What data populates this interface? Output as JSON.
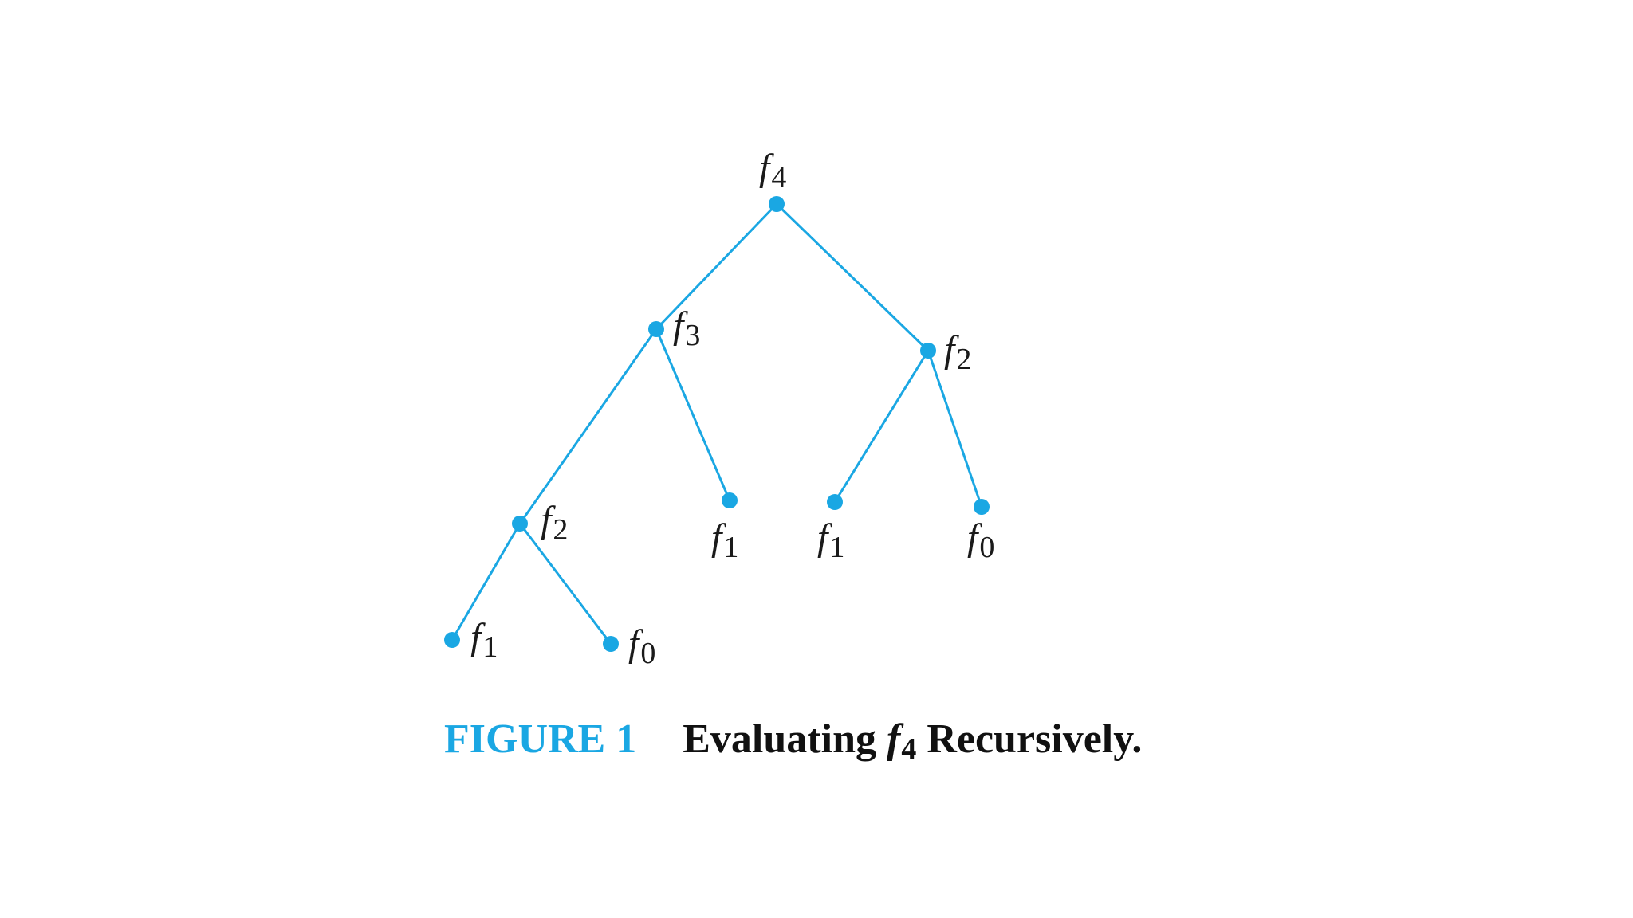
{
  "diagram": {
    "nodes": [
      {
        "id": "n0",
        "name": "f",
        "sub": "4"
      },
      {
        "id": "n1",
        "name": "f",
        "sub": "3"
      },
      {
        "id": "n2",
        "name": "f",
        "sub": "2"
      },
      {
        "id": "n3",
        "name": "f",
        "sub": "2"
      },
      {
        "id": "n4",
        "name": "f",
        "sub": "1"
      },
      {
        "id": "n5",
        "name": "f",
        "sub": "1"
      },
      {
        "id": "n6",
        "name": "f",
        "sub": "0"
      },
      {
        "id": "n7",
        "name": "f",
        "sub": "1"
      },
      {
        "id": "n8",
        "name": "f",
        "sub": "0"
      }
    ],
    "edges": [
      [
        "n0",
        "n1"
      ],
      [
        "n0",
        "n2"
      ],
      [
        "n1",
        "n3"
      ],
      [
        "n1",
        "n4"
      ],
      [
        "n2",
        "n5"
      ],
      [
        "n2",
        "n6"
      ],
      [
        "n3",
        "n7"
      ],
      [
        "n3",
        "n8"
      ]
    ],
    "colors": {
      "accent": "#1aa7e3",
      "text": "#1a1a1a"
    }
  },
  "caption": {
    "figure_label": "FIGURE 1",
    "title_before": "Evaluating ",
    "title_var": "f",
    "title_sub": "4",
    "title_after": " Recursively."
  }
}
